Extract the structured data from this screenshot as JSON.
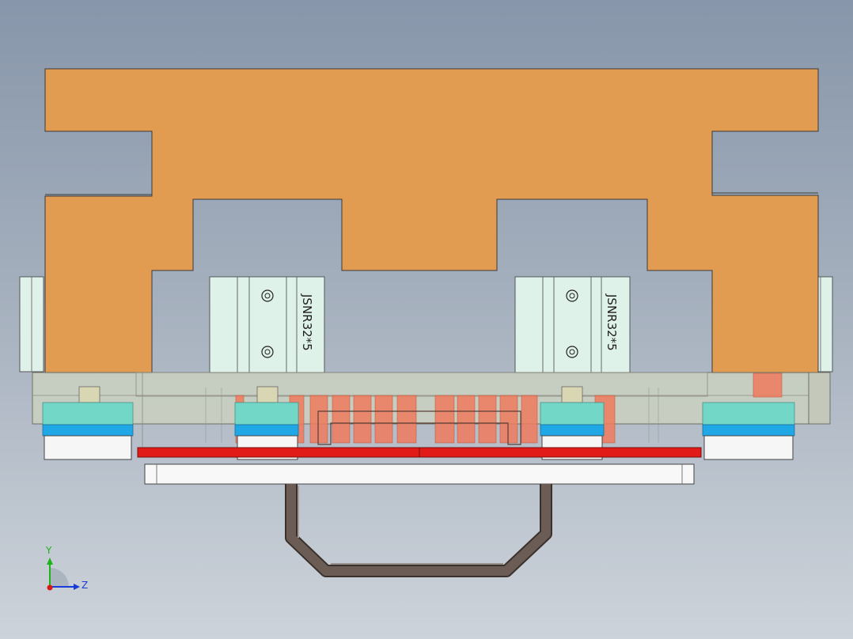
{
  "cylinder_left": {
    "model_label": "JSNR32*5"
  },
  "cylinder_right": {
    "model_label": "JSNR32*5"
  },
  "triad": {
    "y_label": "Y",
    "z_label": "Z"
  },
  "colors": {
    "background_top": "#8796aa",
    "background_bottom": "#cdd3da",
    "gripper_plate": "#e29c52",
    "cylinder_body": "#dff2ea",
    "base_block": "#c9cfc0",
    "cyan_pad": "#73d7c8",
    "blue_band": "#1fa7e6",
    "red_plate": "#e11b17",
    "salmon_rods": "#ee7a5e",
    "handle": "#6b5d55"
  }
}
